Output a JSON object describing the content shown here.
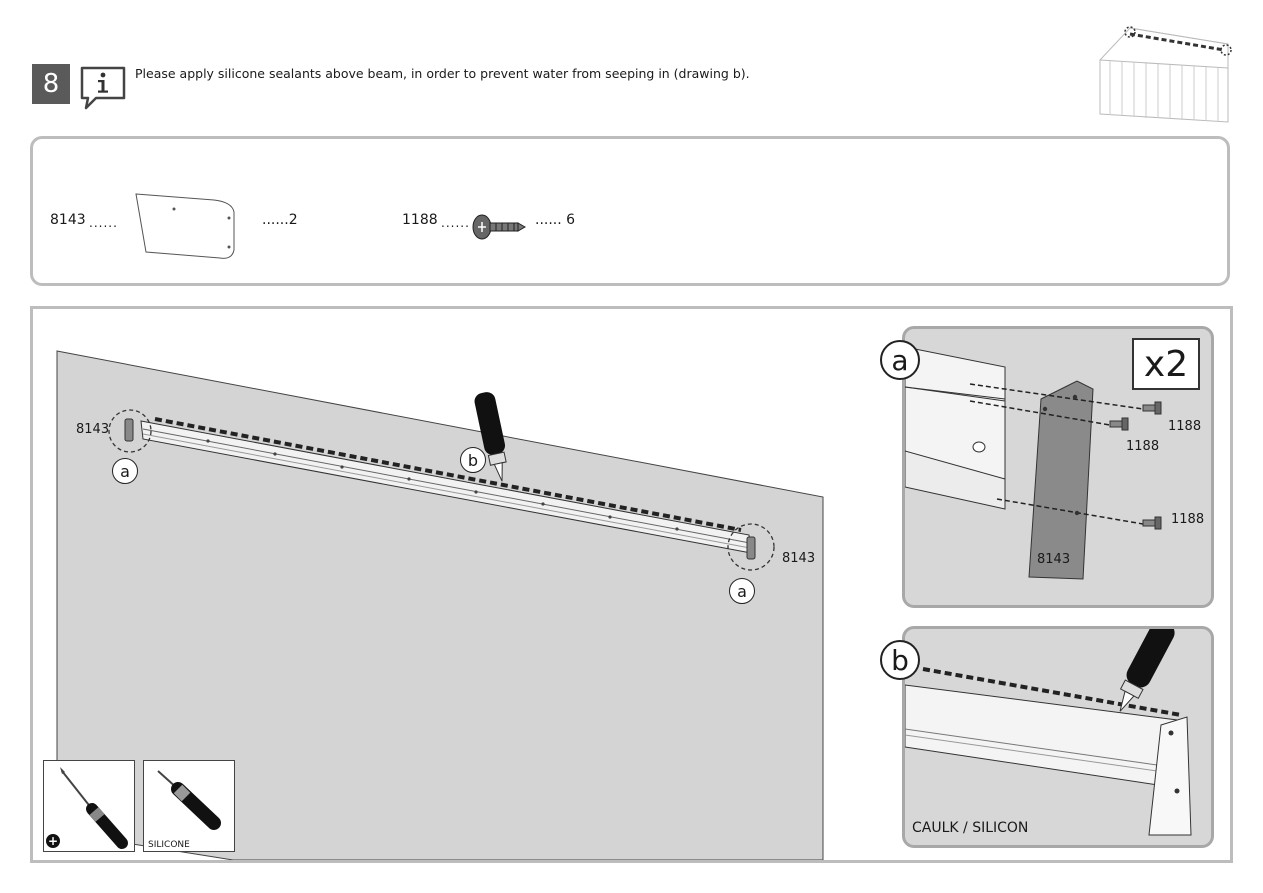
{
  "header": {
    "step_number": "8",
    "instruction": "Please apply silicone sealants above beam, in order to prevent water from seeping in (drawing b)."
  },
  "parts": [
    {
      "part_no": "8143",
      "dots": "......",
      "qty": "......2"
    },
    {
      "part_no": "1188",
      "dots": "......",
      "qty": "...... 6"
    }
  ],
  "main": {
    "callout_a": "a",
    "callout_b": "b",
    "part_label": "8143"
  },
  "detail_a": {
    "letter": "a",
    "multiplier": "x2",
    "screw_label": "1188",
    "panel_label": "8143"
  },
  "detail_b": {
    "letter": "b",
    "caption": "CAULK / SILICON"
  },
  "tools": {
    "silicone_label": "SILICONE",
    "plus_symbol": "+"
  }
}
